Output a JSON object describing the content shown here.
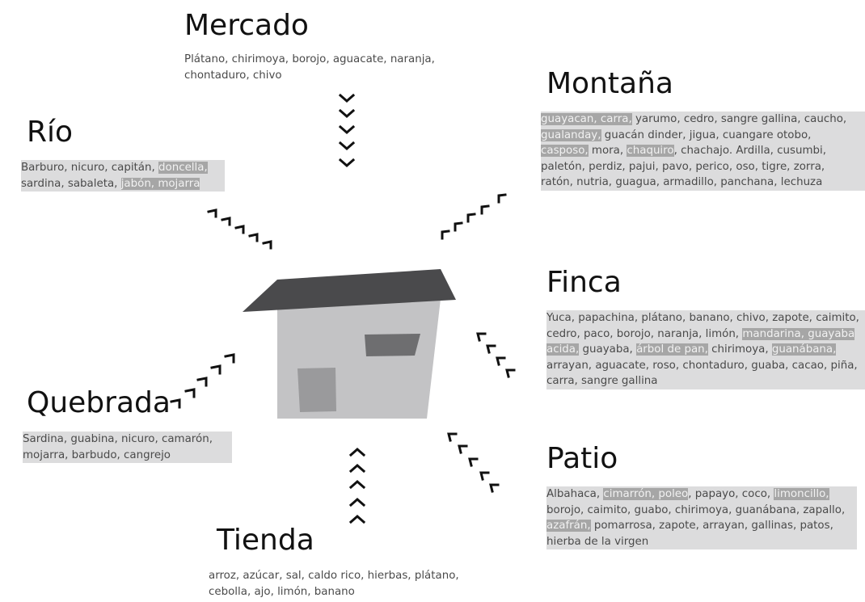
{
  "sections": {
    "mercado": {
      "title": "Mercado",
      "lines": [
        [
          {
            "t": "Plátano, chirimoya, borojo, aguacate, naranja,"
          }
        ],
        [
          {
            "t": "chontaduro, chivo"
          }
        ]
      ]
    },
    "montana": {
      "title": "Montaña",
      "lines": [
        [
          {
            "t": "guayacan, carra,",
            "h": true
          },
          {
            "t": " yarumo, cedro, sangre gallina, caucho,"
          }
        ],
        [
          {
            "t": "gualanday,",
            "h": true
          },
          {
            "t": " guacán dinder, jigua, cuangare otobo,"
          }
        ],
        [
          {
            "t": "casposo,",
            "h": true
          },
          {
            "t": " mora, "
          },
          {
            "t": "chaquiro",
            "h": true
          },
          {
            "t": ", chachajo. Ardilla, cusumbi,"
          }
        ],
        [
          {
            "t": "paletón, perdiz, pajui, pavo, perico, oso, tigre, zorra,"
          }
        ],
        [
          {
            "t": "ratón, nutria, guagua,  armadillo, panchana, lechuza"
          }
        ]
      ]
    },
    "rio": {
      "title": "Río",
      "lines": [
        [
          {
            "t": "Barburo, nicuro, capitán, "
          },
          {
            "t": "doncella,",
            "h": true
          }
        ],
        [
          {
            "t": "sardina, sabaleta, "
          },
          {
            "t": "jabón, mojarra",
            "h": true
          }
        ]
      ]
    },
    "finca": {
      "title": "Finca",
      "lines": [
        [
          {
            "t": "Yuca, papachina, plátano, banano, chivo, zapote, caimito,"
          }
        ],
        [
          {
            "t": "cedro, paco, borojo, naranja, limón, "
          },
          {
            "t": "mandarina, guayaba",
            "h": true
          }
        ],
        [
          {
            "t": "acida,",
            "h": true
          },
          {
            "t": " guayaba, "
          },
          {
            "t": "árbol de pan,",
            "h": true
          },
          {
            "t": " chirimoya, "
          },
          {
            "t": "guanábana,",
            "h": true
          }
        ],
        [
          {
            "t": "arrayan, aguacate, roso, chontaduro, guaba, cacao, piña,"
          }
        ],
        [
          {
            "t": "carra, sangre gallina"
          }
        ]
      ]
    },
    "quebrada": {
      "title": "Quebrada",
      "lines": [
        [
          {
            "t": "Sardina, guabina, nicuro, camarón,"
          }
        ],
        [
          {
            "t": "mojarra, barbudo, cangrejo"
          }
        ]
      ]
    },
    "patio": {
      "title": "Patio",
      "lines": [
        [
          {
            "t": "Albahaca, "
          },
          {
            "t": "cimarrón, poleo",
            "h": true
          },
          {
            "t": ", papayo, coco, "
          },
          {
            "t": "limoncillo,",
            "h": true
          }
        ],
        [
          {
            "t": "borojo, caimito, guabo, chirimoya, guanábana, zapallo,"
          }
        ],
        [
          {
            "t": "azafrán,",
            "h": true
          },
          {
            "t": " pomarrosa, zapote, arrayan, gallinas, patos,"
          }
        ],
        [
          {
            "t": "hierba de la virgen"
          }
        ]
      ]
    },
    "tienda": {
      "title": "Tienda",
      "lines": [
        [
          {
            "t": "arroz, azúcar, sal, caldo rico, hierbas, plátano,"
          }
        ],
        [
          {
            "t": "cebolla,  ajo, limón, banano"
          }
        ]
      ]
    }
  },
  "icons": {
    "house": "house-icon",
    "arrow": "chevron-arrow-icon"
  },
  "colors": {
    "roof": "#4a4a4c",
    "wall": "#c3c3c5",
    "door": "#9a9a9c",
    "window": "#6e6e70",
    "highlight": "#a6a6a6",
    "line_background": "#dcdcdd",
    "arrow": "#111111"
  }
}
